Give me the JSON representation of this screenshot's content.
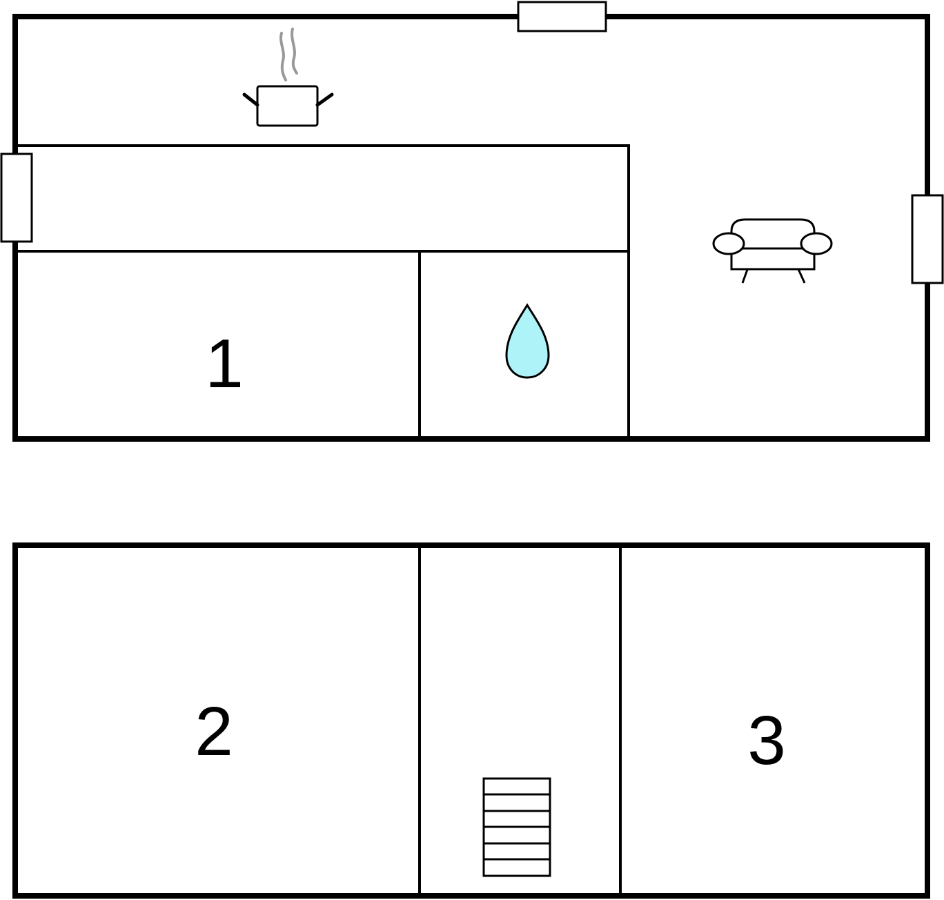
{
  "colors": {
    "wall": "#000000",
    "background": "#ffffff",
    "water": "#aef3f8",
    "steam": "#999999"
  },
  "floors": [
    {
      "name": "ground-floor",
      "rooms": [
        {
          "id": "corridor-kitchen",
          "label": ""
        },
        {
          "id": "living-room",
          "label": ""
        },
        {
          "id": "bedroom-1",
          "label": "1"
        },
        {
          "id": "bathroom",
          "label": ""
        }
      ],
      "icons": [
        "cooking-pot-icon",
        "sofa-icon",
        "water-drop-icon"
      ]
    },
    {
      "name": "upper-floor",
      "rooms": [
        {
          "id": "bedroom-2",
          "label": "2"
        },
        {
          "id": "stair-hall",
          "label": ""
        },
        {
          "id": "bedroom-3",
          "label": "3"
        }
      ],
      "icons": [
        "staircase-icon"
      ]
    }
  ],
  "labels": {
    "room1": "1",
    "room2": "2",
    "room3": "3"
  }
}
